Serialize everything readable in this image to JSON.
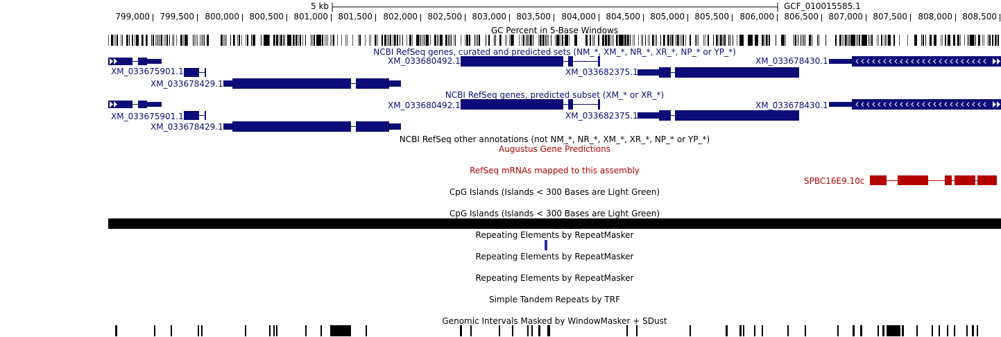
{
  "ruler": {
    "scale_label": "5 kb",
    "assembly_label": "GCF_010015585.1",
    "ticks": [
      "799,000",
      "799,500",
      "800,000",
      "800,500",
      "801,000",
      "801,500",
      "802,000",
      "802,500",
      "803,000",
      "803,500",
      "804,000",
      "804,500",
      "805,000",
      "805,500",
      "806,000",
      "806,500",
      "807,000",
      "807,500",
      "808,000",
      "808,500"
    ]
  },
  "tracks": {
    "gc_percent": "GC Percent in 5-Base Windows",
    "refseq_curated": "NCBI RefSeq genes, curated and predicted sets (NM_*, XM_*, NR_*, XR_*, NP_* or YP_*)",
    "refseq_predicted": "NCBI RefSeq genes, predicted subset (XM_* or XR_*)",
    "refseq_other": "NCBI RefSeq other annotations (not NM_*, NR_*, XM_*, XR_*, NP_* or YP_*)",
    "augustus": "Augustus Gene Predictions",
    "refseq_mrna": "RefSeq mRNAs mapped to this assembly",
    "cpg_1": "CpG Islands (Islands < 300 Bases are Light Green)",
    "cpg_2": "CpG Islands (Islands < 300 Bases are Light Green)",
    "rmsk_1": "Repeating Elements by RepeatMasker",
    "rmsk_2": "Repeating Elements by RepeatMasker",
    "rmsk_3": "Repeating Elements by RepeatMasker",
    "trf": "Simple Tandem Repeats by TRF",
    "windowmasker": "Genomic Intervals Masked by WindowMasker + SDust"
  },
  "genes": {
    "g1": "XM_033675901.1",
    "g2": "XM_033678429.1",
    "g3": "XM_033680492.1",
    "g4": "XM_033682375.1",
    "g5": "XM_033678430.1"
  },
  "mrna": {
    "m1": "SPBC16E9.10c"
  },
  "colors": {
    "gene_navy": "#0c0c78",
    "mrna_red": "#b40000",
    "repeat_blue": "#2830a0"
  }
}
